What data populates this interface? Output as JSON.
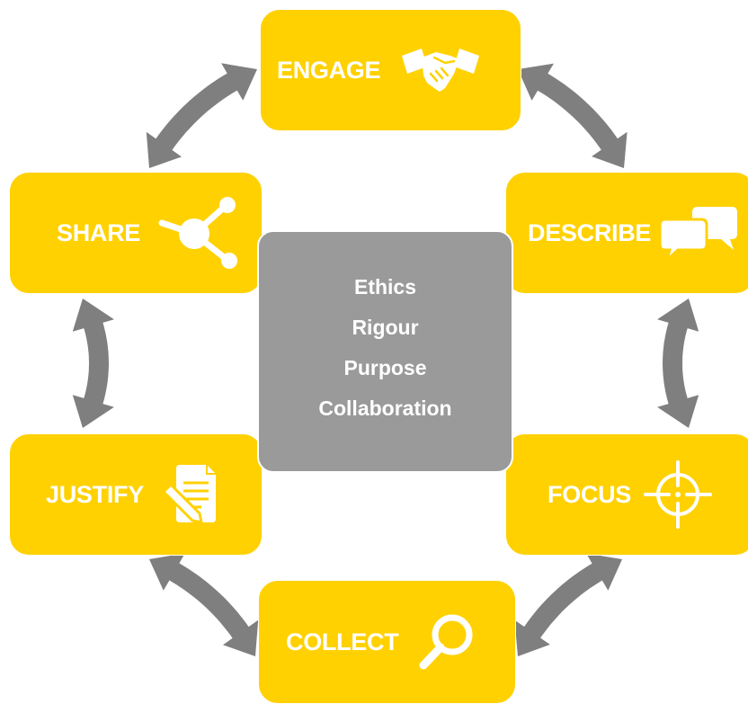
{
  "colors": {
    "box_fill": "#ffd100",
    "center_fill": "#9a9a9a",
    "arrow_fill": "#7f7f7f",
    "text": "#ffffff"
  },
  "steps": {
    "engage": {
      "label": "ENGAGE",
      "icon": "handshake-icon"
    },
    "describe": {
      "label": "DESCRIBE",
      "icon": "speech-bubbles-icon"
    },
    "focus": {
      "label": "FOCUS",
      "icon": "crosshair-icon"
    },
    "collect": {
      "label": "COLLECT",
      "icon": "magnifier-icon"
    },
    "justify": {
      "label": "JUSTIFY",
      "icon": "document-pencil-icon"
    },
    "share": {
      "label": "SHARE",
      "icon": "share-icon"
    }
  },
  "core_values": [
    "Ethics",
    "Rigour",
    "Purpose",
    "Collaboration"
  ]
}
